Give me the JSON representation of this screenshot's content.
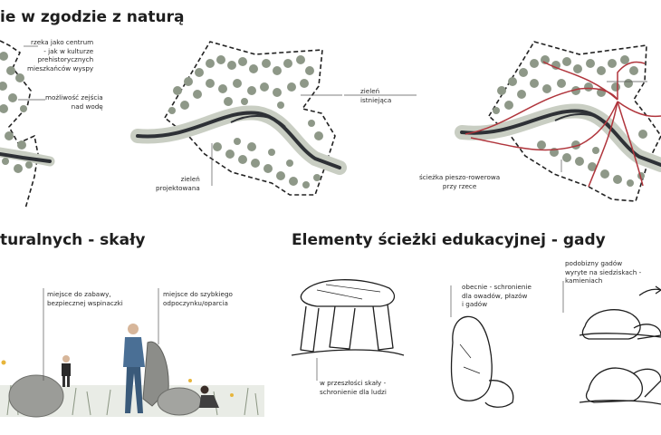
{
  "headings": {
    "top": "ie w zgodzie z naturą",
    "middle_left": "turalnych - skały",
    "middle_right": "Elementy ścieżki edukacyjnej - gady"
  },
  "labels": {
    "river_center": "rzeka jako centrum\n- jak w kulturze\nprehistorycznych\nmieszkańców wyspy",
    "descent": "możliwość zejścia\nnad wodę",
    "existing_green": "zieleń\nistniejąca",
    "designed_green": "zieleń\nprojektowana",
    "path": "ścieżka pieszo-rowerowa\nprzy rzece",
    "play": "miejsce do zabawy,\nbezpiecznej wspinaczki",
    "rest": "miejsce do szybkiego\nodpoczynku/oparcia",
    "past_rocks": "w przeszłości skały -\nschronienie dla ludzi",
    "shelter_now": "obecnie - schronienie\ndla owadów, płazów\ni gadów",
    "reptiles": "podobizny gadów\nwyryte na siedziskach -\nkamieniach"
  },
  "colors": {
    "river": "#2e3136",
    "river_band": "#c9cec3",
    "tree": "#8e9888",
    "tree_dark": "#6f7a6a",
    "path_red": "#b0353c",
    "text": "#222222"
  }
}
